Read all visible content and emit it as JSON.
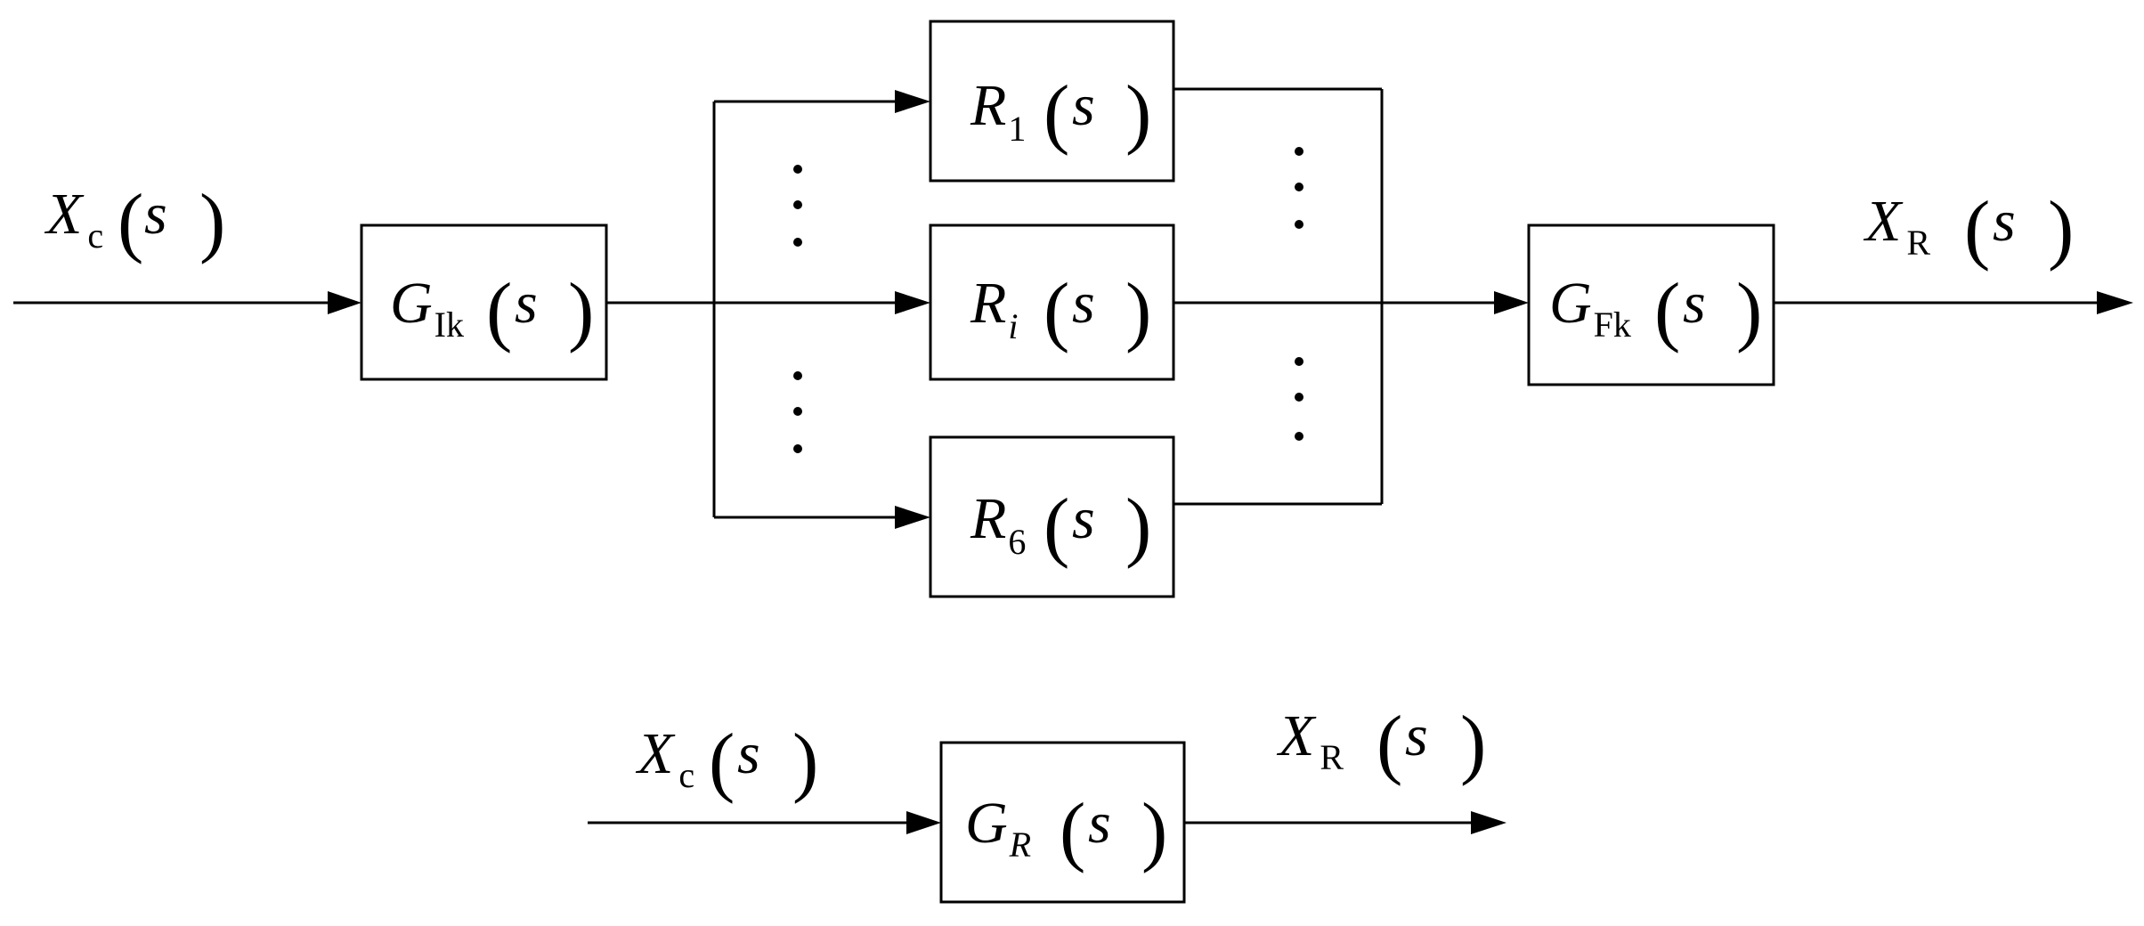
{
  "upper": {
    "input": {
      "sym": "X",
      "sub": "c",
      "arg": "s"
    },
    "output": {
      "sym": "X",
      "sub": "R",
      "arg": "s"
    },
    "blocks": {
      "g_ik": {
        "sym": "G",
        "sub": "Ik",
        "arg": "s"
      },
      "r1": {
        "sym": "R",
        "sub": "1",
        "arg": "s"
      },
      "ri": {
        "sym": "R",
        "sub": "i",
        "arg": "s"
      },
      "r6": {
        "sym": "R",
        "sub": "6",
        "arg": "s"
      },
      "g_fk": {
        "sym": "G",
        "sub": "Fk",
        "arg": "s"
      }
    }
  },
  "lower": {
    "input": {
      "sym": "X",
      "sub": "c",
      "arg": "s"
    },
    "output": {
      "sym": "X",
      "sub": "R",
      "arg": "s"
    },
    "block": {
      "sym": "G",
      "sub": "R",
      "arg": "s"
    }
  },
  "glyphs": {
    "lparen": "(",
    "rparen": ")"
  },
  "colors": {
    "line": "#000000",
    "background": "#ffffff"
  }
}
